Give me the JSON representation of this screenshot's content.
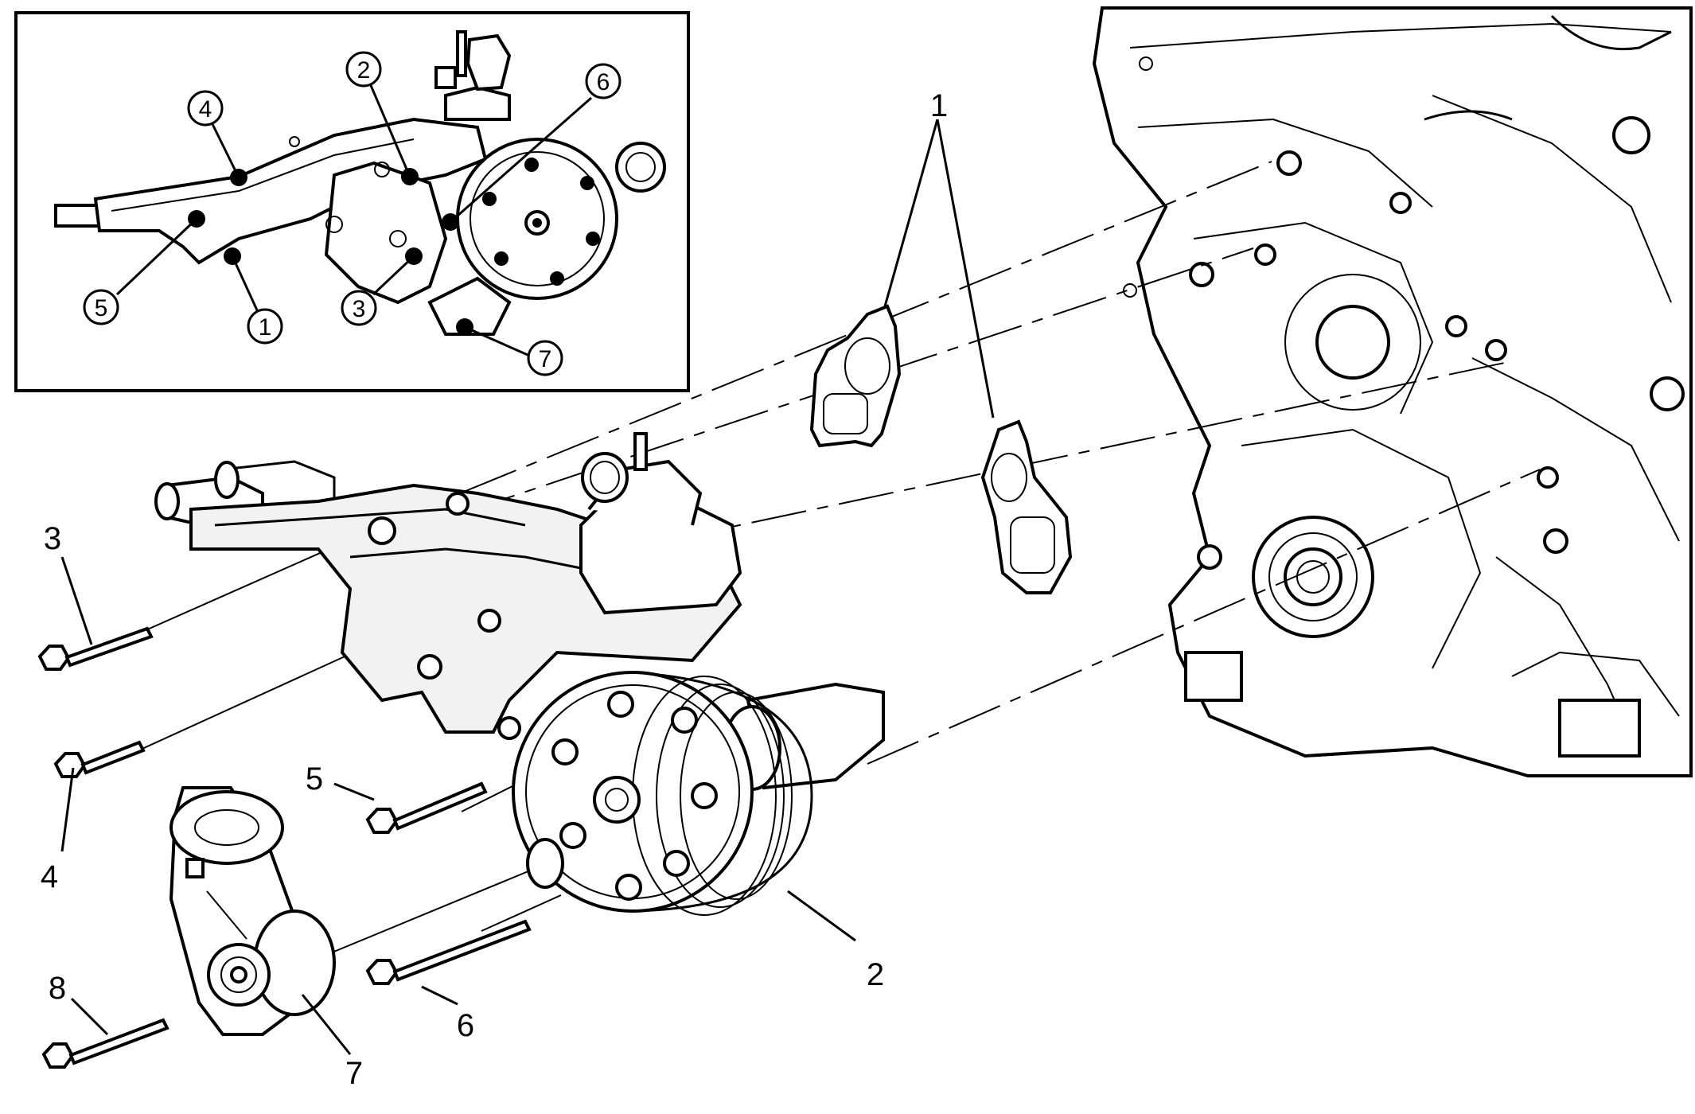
{
  "callouts": {
    "c1": "1",
    "c2": "2",
    "c3": "3",
    "c4": "4",
    "c5": "5",
    "c6": "6",
    "c7": "7",
    "c8": "8"
  },
  "inset": {
    "n1": "1",
    "n2": "2",
    "n3": "3",
    "n4": "4",
    "n5": "5",
    "n6": "6",
    "n7": "7"
  }
}
